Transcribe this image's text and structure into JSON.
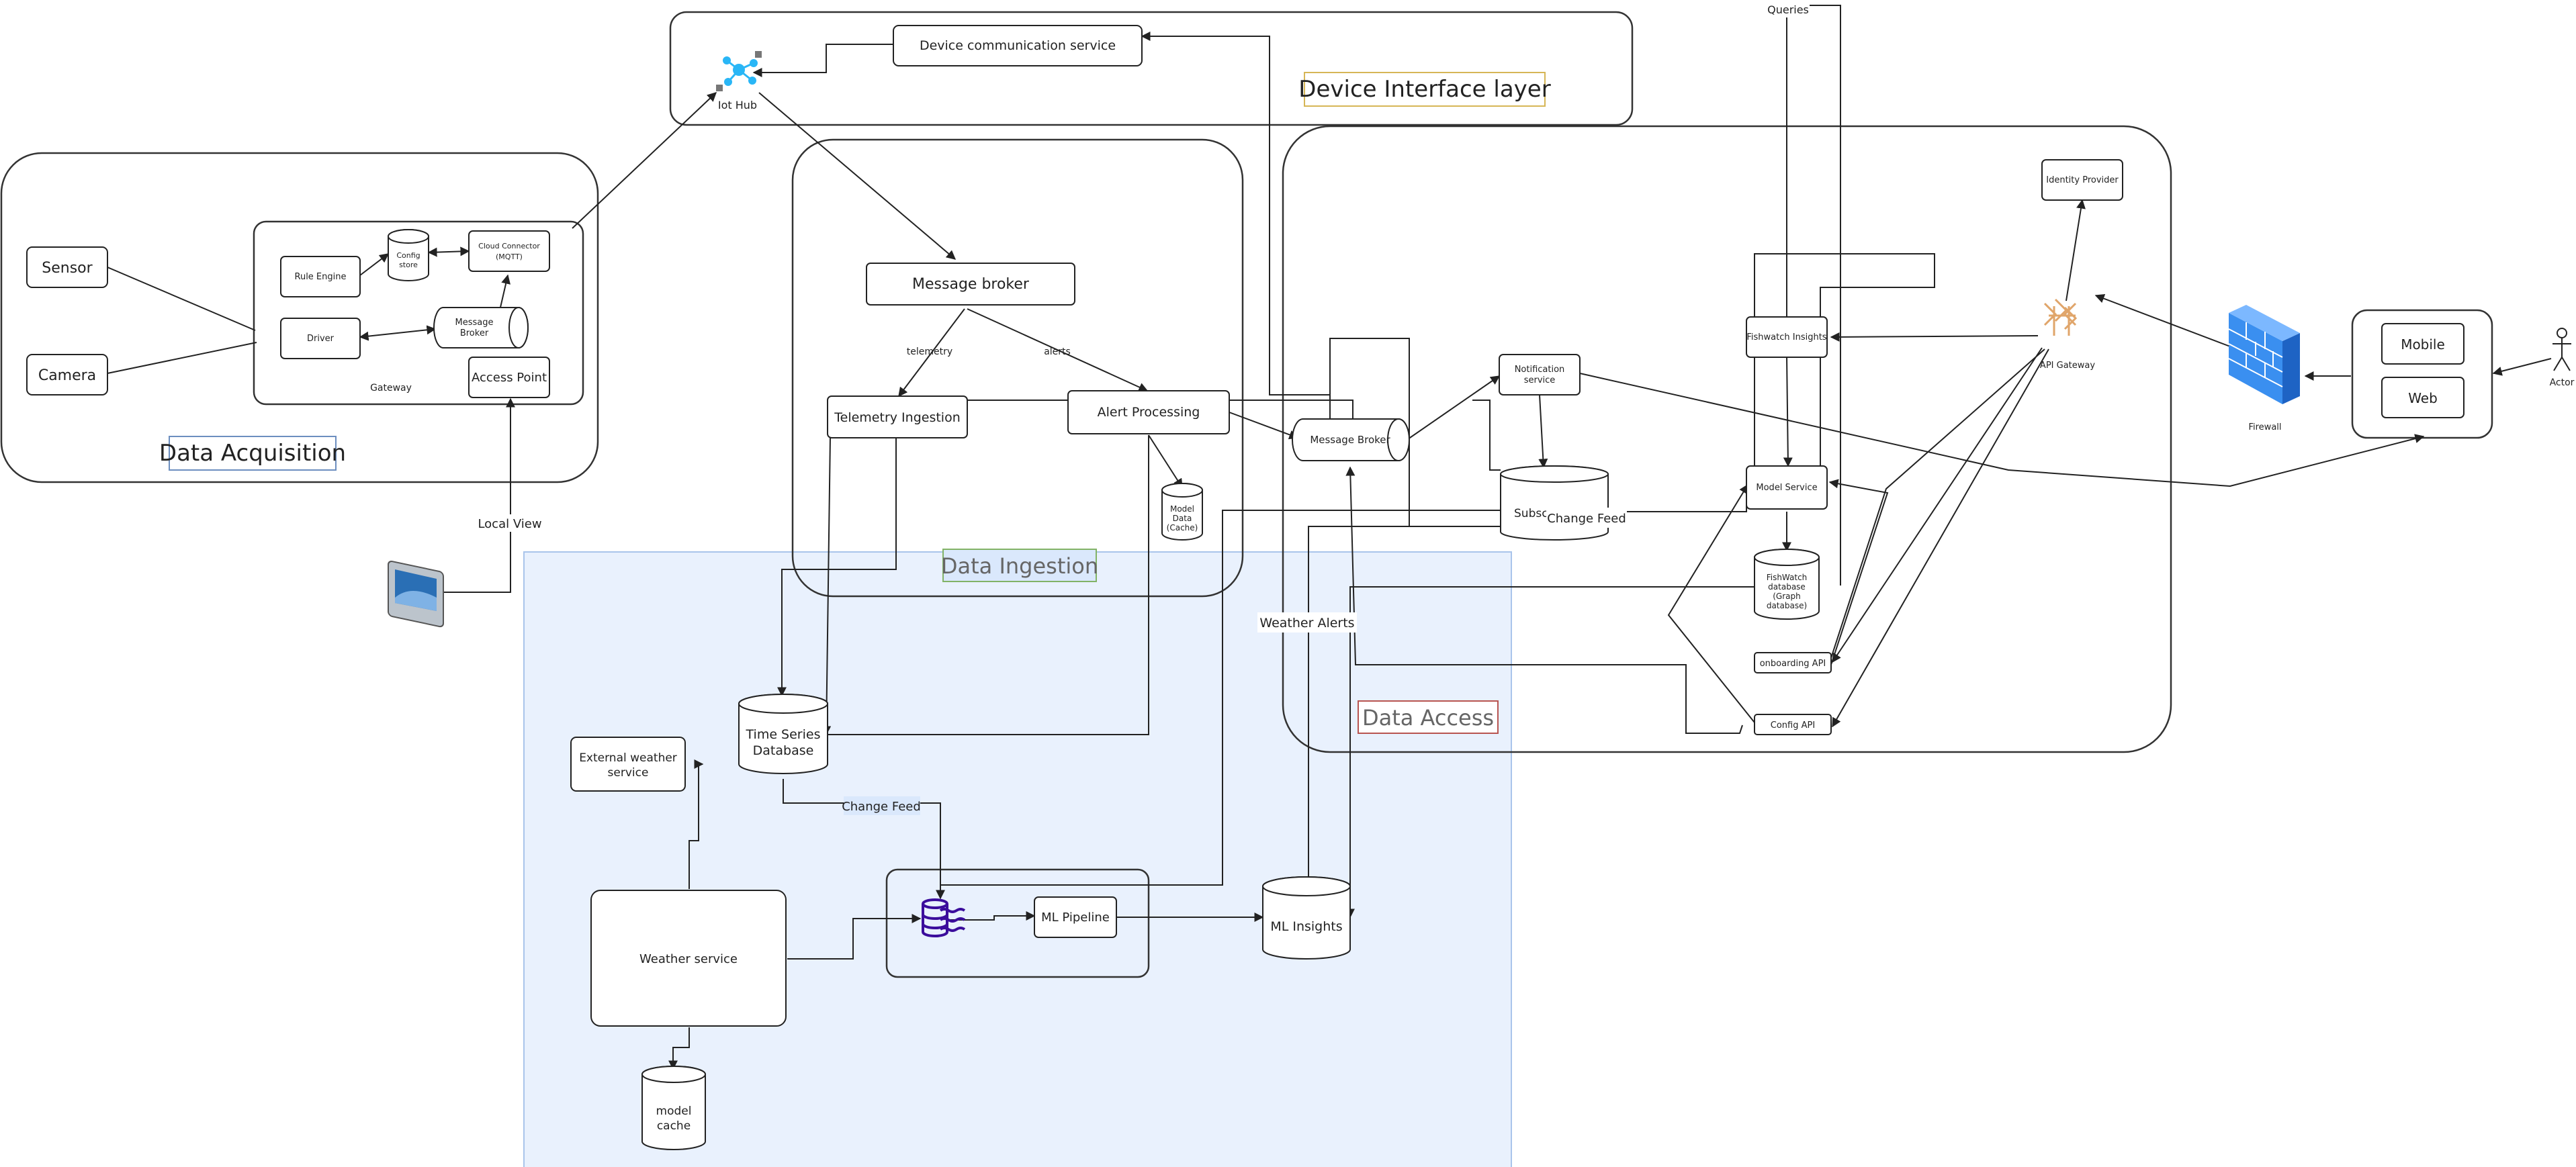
{
  "colors": {
    "data_ingestion_region": "#dae8fc",
    "title_border_blue": "#6c8ebf",
    "title_border_gold": "#d6b656",
    "title_border_green": "#82b366",
    "title_border_pink": "#b85450",
    "iot_hub": "#29b6f6",
    "stream_icon": "#3b0d9c",
    "firewall": "#3a8ff0",
    "api_gateway": "#e0a56a"
  },
  "groups": {
    "device_interface_layer": "Device Interface layer",
    "data_acquisition": "Data Acquisition",
    "data_ingestion": "Data Ingestion",
    "data_access": "Data Access",
    "gateway": "Gateway"
  },
  "nodes": {
    "sensor": "Sensor",
    "camera": "Camera",
    "rule_engine": "Rule Engine",
    "config_store": [
      "Config",
      "store"
    ],
    "cloud_connector": [
      "Cloud Connector",
      "(MQTT)"
    ],
    "driver": "Driver",
    "gateway_message_broker": [
      "Message",
      "Broker"
    ],
    "access_point": "Access Point",
    "iot_hub": "Iot Hub",
    "device_communication_service": "Device communication service",
    "message_broker": "Message broker",
    "telemetry_ingestion": "Telemetry Ingestion",
    "alert_processing": "Alert Processing",
    "model_data_cache": [
      "Model",
      "Data",
      "(Cache)"
    ],
    "message_broker_2": "Message Broker",
    "notification_service": [
      "Notification",
      "service"
    ],
    "subsc": "Subsc",
    "time_series_database": [
      "Time Series",
      "Database"
    ],
    "external_weather_service": [
      "External weather",
      "service"
    ],
    "weather_service": "Weather service",
    "model_cache": [
      "model",
      "cache"
    ],
    "ml_pipeline": "ML Pipeline",
    "ml_insights": "ML Insights",
    "identity_provider": "Identity Provider",
    "fishwatch_insights": "Fishwatch Insights",
    "model_service": "Model Service",
    "fishwatch_database": [
      "FishWatch",
      "database",
      "(Graph",
      "database)"
    ],
    "onboarding_api": "onboarding API",
    "config_api": "Config API",
    "api_gateway": "API Gateway",
    "firewall": "Firewall",
    "mobile": "Mobile",
    "web": "Web",
    "actor": "Actor"
  },
  "edge_labels": {
    "telemetry": "telemetry",
    "alerts": "alerts",
    "local_view": "Local View",
    "queries": "Queries",
    "change_feed_1": "Change Feed",
    "change_feed_2": "Change Feed",
    "weather_alerts": "Weather Alerts"
  }
}
